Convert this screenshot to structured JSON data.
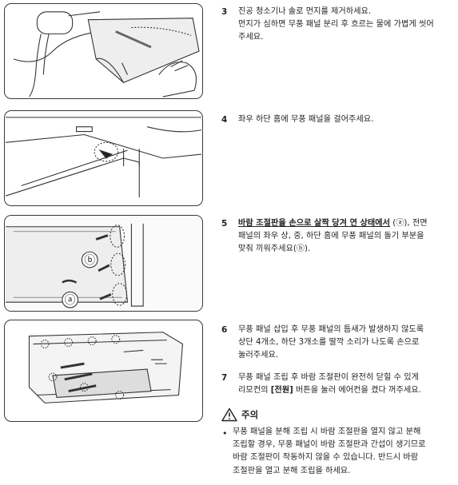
{
  "steps": [
    {
      "num": "3",
      "lines": [
        "진공 청소기나 솔로 먼지를 제거하세요.",
        "먼지가 심하면 무풍 패널 분리 후 흐르는 물에 가볍게 씻어",
        "주세요."
      ]
    },
    {
      "num": "4",
      "lines": [
        "좌우 하단 홈에 무풍 패널을 걸어주세요."
      ]
    },
    {
      "num": "5",
      "part1": "바람 조절판을 손으로 살짝 당겨 연 상태에서",
      "part2": " (ⓐ), 전면",
      "lines": [
        "패널의 좌우 상, 중, 하단 홈에 무풍 패널의 돌기 부분을",
        "맞춰 끼워주세요(ⓑ)."
      ]
    },
    {
      "num": "6",
      "lines": [
        "무풍 패널 삽입 후 무풍 패널의 틈새가 발생하지 않도록",
        "상단 4개소, 하단 3개소를 딸깍 소리가 나도록 손으로",
        "눌러주세요."
      ]
    },
    {
      "num": "7",
      "line1": "무풍 패널 조립 후 바람 조절판이 완전히 닫힐 수 있게",
      "pre": "리모컨의 ",
      "bold": "[전원]",
      "post": " 버튼을 눌러 에어컨을 켰다 꺼주세요."
    }
  ],
  "caution": {
    "title": "주의",
    "bullet": "•",
    "lines": [
      "무풍 패널을 분해 조립 시 바람 조절판을 열지 않고 분해",
      "조립할 경우, 무풍 패널이 바람 조절판과 간섭이 생기므로",
      "바람 조절판이 작동하지 않을 수 있습니다. 반드시 바람",
      "조절판을 열고 분해 조립을 하세요."
    ]
  },
  "figure_labels": {
    "b": "ⓑ",
    "a": "ⓐ"
  }
}
